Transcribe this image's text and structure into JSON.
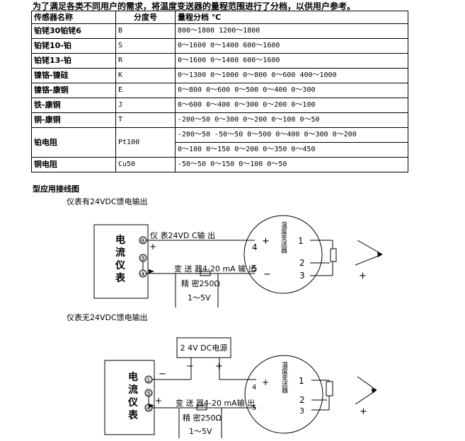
{
  "intro": "为了满足各类不同用户的需求，将温度变送器的量程范围进行了分档，以供用户参考。",
  "table": {
    "headers": [
      "传感器名称",
      "分度号",
      "量程分档 ℃"
    ],
    "rows": [
      {
        "name": "铂铑30铂铑6",
        "code": "B",
        "ranges": [
          "800～1800 1200～1800"
        ]
      },
      {
        "name": "铂铑10-铂",
        "code": "S",
        "ranges": [
          "0～1600 0～1400 600～1600"
        ]
      },
      {
        "name": "铂铑13-铂",
        "code": "R",
        "ranges": [
          "0～1600 0～1400 600～1600"
        ]
      },
      {
        "name": "镍铬-镍硅",
        "code": "K",
        "ranges": [
          "0～1300 0～1000 0～800 0～600 400～1000"
        ]
      },
      {
        "name": "镍铬-康铜",
        "code": "E",
        "ranges": [
          "0～800 0～600 0～500 0～400 0～300"
        ]
      },
      {
        "name": "铁-康铜",
        "code": "J",
        "ranges": [
          "0～600 0～400 0～300 0～200 0～100"
        ]
      },
      {
        "name": "铜-康铜",
        "code": "T",
        "ranges": [
          "-200～50 0～300 0～200 0～100 0～50"
        ]
      },
      {
        "name": "铂电阻",
        "code": "Pt100",
        "ranges": [
          "-200～50 -50～50 0～500 0～400 0～300 0～200",
          "0～100 0～150 0～200 0～350 0～450"
        ]
      },
      {
        "name": "铜电阻",
        "code": "Cu50",
        "ranges": [
          "-50～50 0～150 0～100 0～50"
        ]
      }
    ]
  },
  "section_title": "型应用接线图",
  "diagram1": {
    "caption": "仪表有24VDC馈电输出",
    "meter": [
      "电",
      "流",
      "仪",
      "表"
    ],
    "term_6": "⑥",
    "term_5": "⑤",
    "term_4": "④",
    "plus": "+",
    "label_top": "仪 表24VD C输 出",
    "label_transmitter": "变 送 器4-20 mA 输 出",
    "resistor": "精 密250Ω",
    "voltage": "1～5V",
    "t4": "4",
    "t5": "5",
    "t1": "1",
    "t2": "2",
    "t3": "3",
    "device": "温度变送器",
    "plus2": "+",
    "minus": "−",
    "plus3": "+"
  },
  "diagram2": {
    "caption": "仪表无24VDC馈电输出",
    "meter": [
      "电",
      "流",
      "仪",
      "表"
    ],
    "term_1": "①",
    "term_5": "⑤",
    "term_4": "④",
    "psu": "2 4V DC电源",
    "minus": "−",
    "plus": "+",
    "plus_b": "+",
    "label_transmitter": "变 送 器4-20 mA输 出",
    "resistor": "精 密250Ω",
    "voltage": "1～5V",
    "t4": "4",
    "t5": "5",
    "t1": "1",
    "t2": "2",
    "t3": "3",
    "device": "温度变送器",
    "minus2": "−",
    "plus2": "+",
    "plus3": "+"
  }
}
